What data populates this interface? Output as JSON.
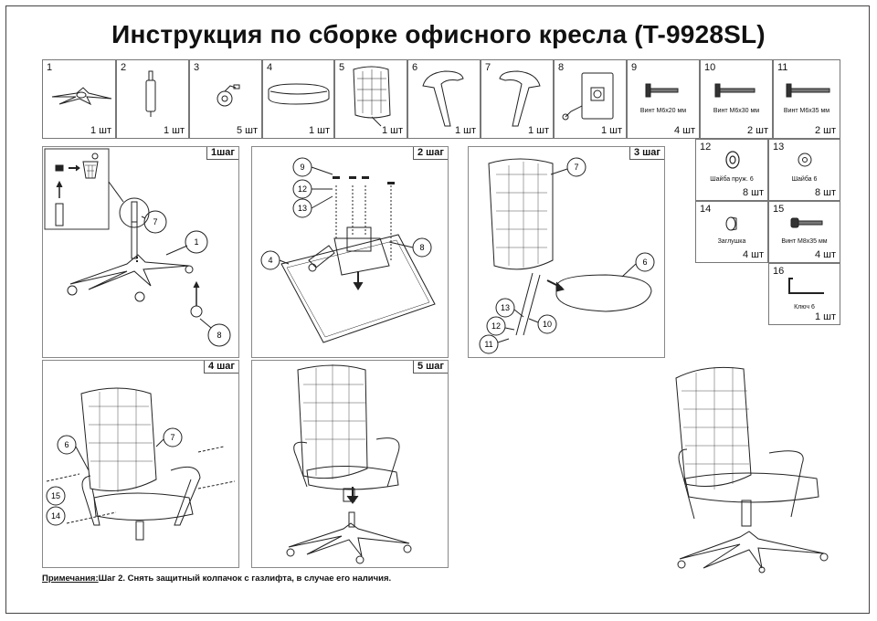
{
  "title": "Инструкция по сборке офисного кресла (T-9928SL)",
  "parts": [
    {
      "num": "1",
      "qty": "1 шт",
      "label": ""
    },
    {
      "num": "2",
      "qty": "1 шт",
      "label": ""
    },
    {
      "num": "3",
      "qty": "5 шт",
      "label": ""
    },
    {
      "num": "4",
      "qty": "1 шт",
      "label": ""
    },
    {
      "num": "5",
      "qty": "1 шт",
      "label": ""
    },
    {
      "num": "6",
      "qty": "1 шт",
      "label": ""
    },
    {
      "num": "7",
      "qty": "1 шт",
      "label": ""
    },
    {
      "num": "8",
      "qty": "1 шт",
      "label": ""
    },
    {
      "num": "9",
      "qty": "4 шт",
      "label": "Винт M6x20 мм"
    },
    {
      "num": "10",
      "qty": "2 шт",
      "label": "Винт M6x30 мм"
    },
    {
      "num": "11",
      "qty": "2 шт",
      "label": "Винт M6x35 мм"
    },
    {
      "num": "12",
      "qty": "8 шт",
      "label": "Шайба пруж. 6"
    },
    {
      "num": "13",
      "qty": "8 шт",
      "label": "Шайба 6"
    },
    {
      "num": "14",
      "qty": "4 шт",
      "label": "Заглушка"
    },
    {
      "num": "15",
      "qty": "4 шт",
      "label": "Винт M8x35 мм"
    },
    {
      "num": "16",
      "qty": "1 шт",
      "label": "Ключ 6"
    }
  ],
  "steps": [
    {
      "label": "1шаг",
      "callouts": [
        "7",
        "1",
        "8"
      ]
    },
    {
      "label": "2 шаг",
      "callouts": [
        "9",
        "12",
        "13",
        "4",
        "8"
      ]
    },
    {
      "label": "3 шаг",
      "callouts": [
        "7",
        "6",
        "13",
        "12",
        "10",
        "11"
      ]
    },
    {
      "label": "4 шаг",
      "callouts": [
        "6",
        "7",
        "15",
        "14"
      ]
    },
    {
      "label": "5 шаг",
      "callouts": []
    }
  ],
  "note": {
    "label": "Примечания:",
    "text": "Шаг 2. Снять защитный колпачок с газлифта, в случае его наличия."
  }
}
